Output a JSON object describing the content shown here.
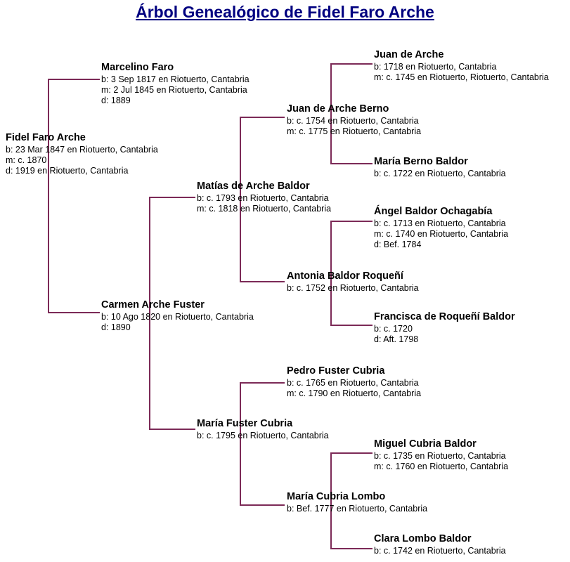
{
  "page": {
    "title": "Árbol Genealógico de Fidel Faro Arche",
    "title_color": "#000080",
    "line_color": "#7C2A57",
    "background": "#ffffff"
  },
  "people": {
    "fidel": {
      "name": "Fidel Faro Arche",
      "facts": [
        "b: 23 Mar 1847 en Riotuerto, Cantabria",
        "m: c. 1870",
        "d: 1919 en Riotuerto, Cantabria"
      ]
    },
    "marcelino": {
      "name": "Marcelino Faro",
      "facts": [
        "b: 3 Sep 1817 en Riotuerto, Cantabria",
        "m: 2 Jul 1845 en Riotuerto, Cantabria",
        "d: 1889"
      ]
    },
    "carmen": {
      "name": "Carmen Arche Fuster",
      "facts": [
        "b: 10 Ago 1820 en Riotuerto, Cantabria",
        "d: 1890"
      ]
    },
    "matias": {
      "name": "Matías de Arche Baldor",
      "facts": [
        "b: c. 1793 en Riotuerto, Cantabria",
        "m: c. 1818 en Riotuerto, Cantabria"
      ]
    },
    "maria_fuster": {
      "name": "María Fuster Cubria",
      "facts": [
        "b: c. 1795 en Riotuerto, Cantabria"
      ]
    },
    "juan_berno": {
      "name": "Juan de Arche Berno",
      "facts": [
        "b: c. 1754 en Riotuerto, Cantabria",
        "m: c. 1775 en Riotuerto, Cantabria"
      ]
    },
    "antonia": {
      "name": "Antonia Baldor Roqueñí",
      "facts": [
        "b: c. 1752 en Riotuerto, Cantabria"
      ]
    },
    "pedro": {
      "name": "Pedro Fuster Cubria",
      "facts": [
        "b: c. 1765 en Riotuerto, Cantabria",
        "m: c. 1790 en Riotuerto, Cantabria"
      ]
    },
    "maria_cubria": {
      "name": "María Cubria Lombo",
      "facts": [
        "b: Bef. 1777 en Riotuerto, Cantabria"
      ]
    },
    "juan_arche": {
      "name": "Juan de Arche",
      "facts": [
        "b: 1718 en Riotuerto, Cantabria",
        "m: c. 1745 en Riotuerto, Riotuerto, Cantabria"
      ]
    },
    "maria_berno": {
      "name": "María Berno Baldor",
      "facts": [
        "b: c. 1722 en Riotuerto, Cantabria"
      ]
    },
    "angel": {
      "name": "Ángel Baldor Ochagabía",
      "facts": [
        "b: c. 1713 en Riotuerto, Cantabria",
        "m: c. 1740 en Riotuerto, Cantabria",
        "d: Bef. 1784"
      ]
    },
    "francisca": {
      "name": "Francisca de Roqueñí Baldor",
      "facts": [
        "b: c. 1720",
        "d: Aft. 1798"
      ]
    },
    "miguel": {
      "name": "Miguel Cubria Baldor",
      "facts": [
        "b: c. 1735 en Riotuerto, Cantabria",
        "m: c. 1760 en Riotuerto, Cantabria"
      ]
    },
    "clara": {
      "name": "Clara Lombo Baldor",
      "facts": [
        "b: c. 1742 en Riotuerto, Cantabria"
      ]
    }
  }
}
